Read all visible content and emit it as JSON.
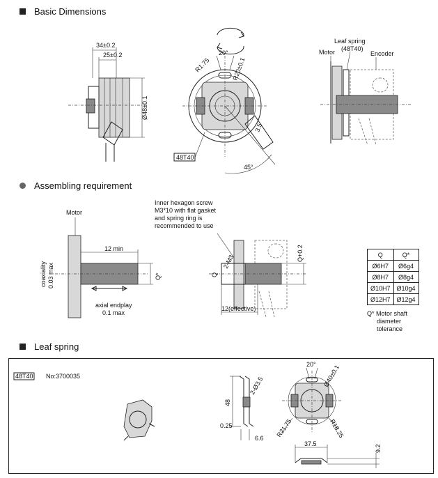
{
  "sections": {
    "basic_dimensions": "Basic Dimensions",
    "assembling": "Assembling requirement",
    "leaf_spring": "Leaf spring"
  },
  "basic": {
    "dim_34": "34±0.2",
    "dim_25": "25±0.2",
    "dim_48": "Ø48±0.1",
    "angle_20": "20°",
    "r175": "R1.75",
    "r20": "R20±0.1",
    "dim_35": "3.5",
    "angle_45": "45°",
    "part_tag": "48T40",
    "motor": "Motor",
    "leaf_spring_label": "Leaf spring",
    "leaf_spring_code": "(48T40)",
    "encoder": "Encoder"
  },
  "assembly": {
    "motor": "Motor",
    "min12": "12 min",
    "coaxiality": "coaxiality",
    "coax_val": "0.03 max",
    "q_star": "Q*",
    "axial": "axial endplay",
    "axial_val": "0.1 max",
    "screw_note": [
      "Inner hexagon screw",
      "M3*10 with flat gasket",
      "and spring ring is",
      "recommended to use"
    ],
    "m3": "2-M3",
    "q": "Q",
    "q02": "Q+0.2",
    "effective": "12(effective)"
  },
  "table": {
    "headers": [
      "Q",
      "Q*"
    ],
    "rows": [
      [
        "Ø6H7",
        "Ø6g4"
      ],
      [
        "Ø8H7",
        "Ø8g4"
      ],
      [
        "Ø10H7",
        "Ø10g4"
      ],
      [
        "Ø12H7",
        "Ø12g4"
      ]
    ],
    "note": [
      "Q*  Motor shaft",
      "diameter",
      "tolerance"
    ]
  },
  "leaf": {
    "tag": "48T40",
    "no": "No:3700035",
    "d48": "48",
    "holes": "2-Ø3.5",
    "t025": "0.25",
    "t66": "6.6",
    "a20": "20°",
    "d40": "Ø40±0.1",
    "r2175": "R21.75",
    "r1825": "R18.25",
    "w375": "37.5",
    "h92": "9.2"
  }
}
